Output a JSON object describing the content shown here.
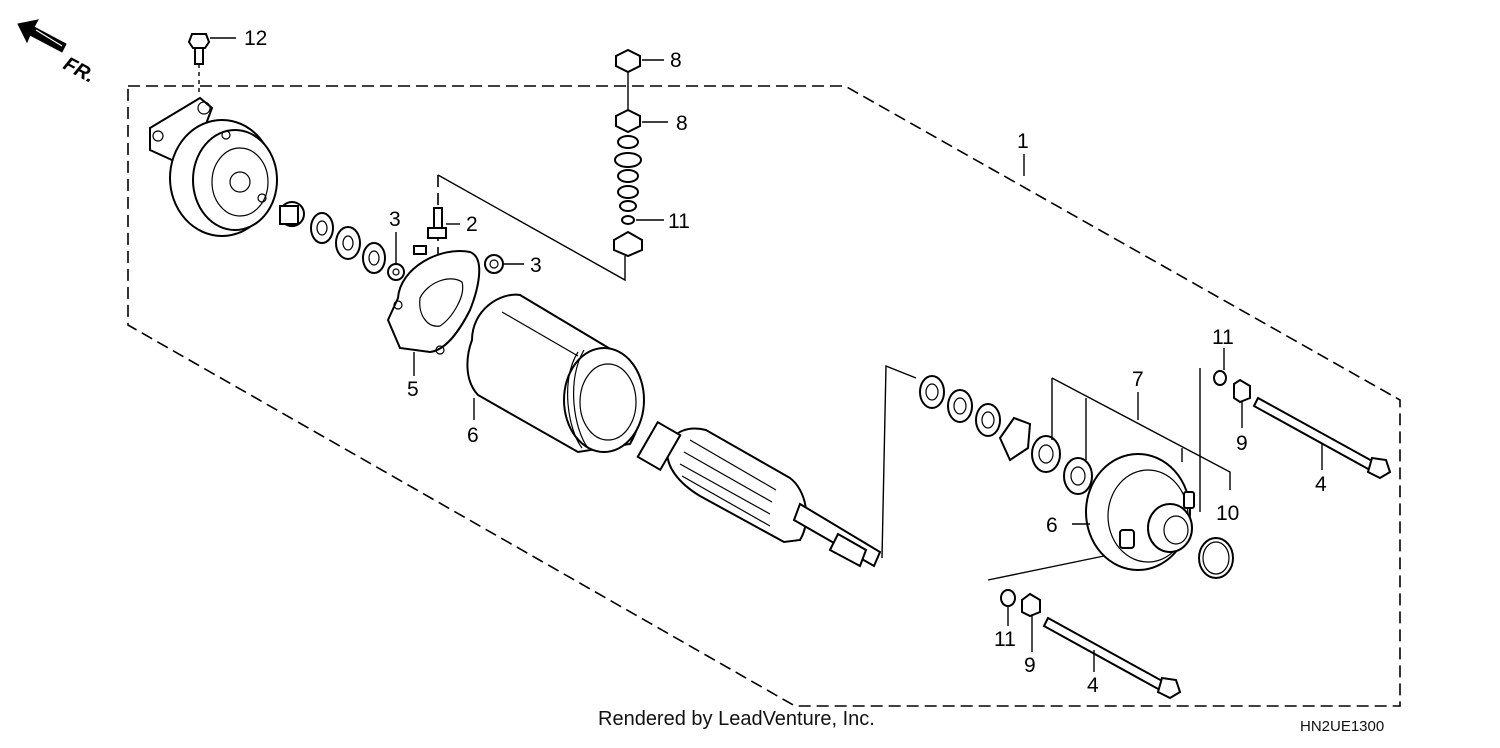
{
  "header": {
    "direction_label": "FR."
  },
  "callouts": [
    {
      "id": "c12",
      "text": "12"
    },
    {
      "id": "c8a",
      "text": "8"
    },
    {
      "id": "c8b",
      "text": "8"
    },
    {
      "id": "c11a",
      "text": "11"
    },
    {
      "id": "c1",
      "text": "1"
    },
    {
      "id": "c3a",
      "text": "3"
    },
    {
      "id": "c2",
      "text": "2"
    },
    {
      "id": "c3b",
      "text": "3"
    },
    {
      "id": "c5",
      "text": "5"
    },
    {
      "id": "c6a",
      "text": "6"
    },
    {
      "id": "c7",
      "text": "7"
    },
    {
      "id": "c11b",
      "text": "11"
    },
    {
      "id": "c9a",
      "text": "9"
    },
    {
      "id": "c4a",
      "text": "4"
    },
    {
      "id": "c10",
      "text": "10"
    },
    {
      "id": "c6b",
      "text": "6"
    },
    {
      "id": "c11c",
      "text": "11"
    },
    {
      "id": "c9b",
      "text": "9"
    },
    {
      "id": "c4b",
      "text": "4"
    }
  ],
  "footer": {
    "credit": "Rendered by LeadVenture, Inc.",
    "diagram_code": "HN2UE1300"
  }
}
